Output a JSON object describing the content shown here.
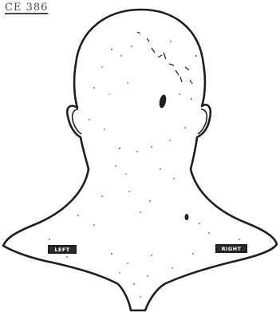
{
  "document_label": "CE 386",
  "labels": {
    "left": "LEFT",
    "right": "RIGHT"
  },
  "colors": {
    "ink": "#1e1e1e",
    "paper": "#ffffff"
  }
}
